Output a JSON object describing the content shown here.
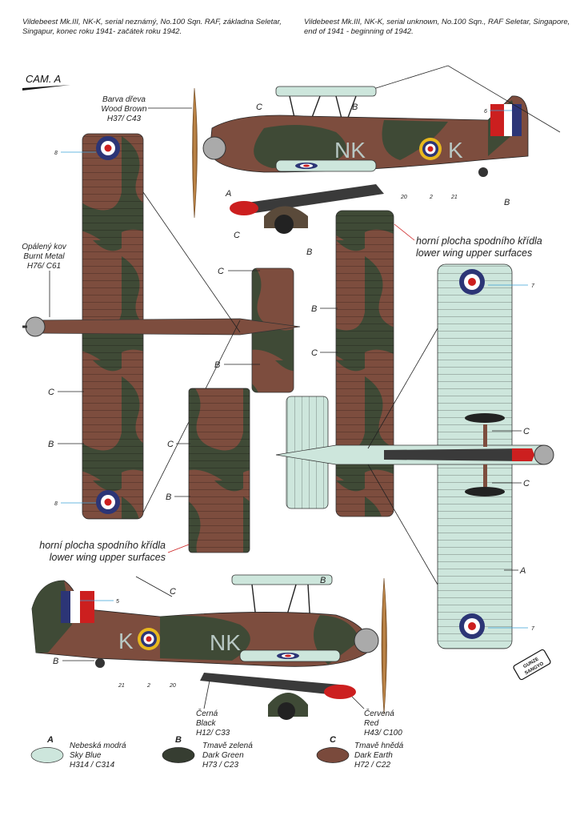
{
  "header": {
    "cz_line1": "Vildebeest Mk.III, NK-K, serial neznámý, No.100 Sqn. RAF, základna Seletar,",
    "cz_line2": "Singapur, konec roku 1941- začátek roku 1942.",
    "en_line1": "Vildebeest Mk.III, NK-K, serial unknown, No.100 Sqn., RAF Seletar, Singapore,",
    "en_line2": "end of 1941 - beginning of 1942."
  },
  "scheme_title": "CAM. A",
  "callouts": {
    "wood_cz": "Barva dřeva",
    "wood_en": "Wood Brown",
    "wood_code": "H37/ C43",
    "metal_cz": "Opálený kov",
    "metal_en": "Burnt Metal",
    "metal_code": "H76/ C61",
    "black_cz": "Černá",
    "black_en": "Black",
    "black_code": "H12/ C33",
    "red_cz": "Červená",
    "red_en": "Red",
    "red_code": "H43/ C100",
    "lower_wing_cz": "horní plocha spodního křídla",
    "lower_wing_en": "lower wing upper surfaces"
  },
  "codes": {
    "nk": "NK",
    "k": "K"
  },
  "letters": {
    "a": "A",
    "b": "B",
    "c": "C"
  },
  "numbers": {
    "n2": "2",
    "n5": "5",
    "n6": "6",
    "n7": "7",
    "n8": "8",
    "n20": "20",
    "n21": "21"
  },
  "legend": [
    {
      "letter": "A",
      "cz": "Nebeská modrá",
      "en": "Sky Blue",
      "code": "H314 / C314",
      "color": "#cde6dc"
    },
    {
      "letter": "B",
      "cz": "Tmavě zelená",
      "en": "Dark Green",
      "code": "H73 / C23",
      "color": "#363d31"
    },
    {
      "letter": "C",
      "cz": "Tmavě hnědá",
      "en": "Dark Earth",
      "code": "H72 / C22",
      "color": "#7a4a3c"
    }
  ],
  "logo": "GUNZE SANGYO",
  "colors": {
    "sky": "#cde6dc",
    "green": "#3f4a36",
    "earth": "#7d4d3e",
    "wood": "#b07a3e",
    "red": "#cc1f1f",
    "roundel_blue": "#2c3576",
    "yellow": "#e8b81e"
  }
}
